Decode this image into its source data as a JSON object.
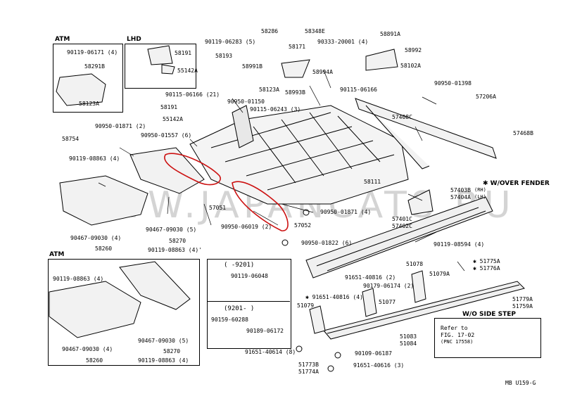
{
  "watermark": "WWW.JAPANCATS.RU",
  "footer_code": "MB U159-G",
  "atm_top": {
    "heading": "ATM",
    "l1": "90119-06171 (4)",
    "l2": "58291B",
    "l3": "58123A"
  },
  "lhd": {
    "heading": "LHD",
    "l1": "58191",
    "l2": "55142A"
  },
  "w_over_fender": "✱ W/OVER FENDER",
  "wo_side_step": {
    "heading": "W/O SIDE STEP",
    "line1": "Refer to",
    "line2": "FIG. 17-02",
    "line3": "(PNC 17558)"
  },
  "atm_bottom": {
    "heading": "ATM",
    "l1": "90119-08863 (4)",
    "l2": "90467-09030 (5)",
    "l3": "58270",
    "l4": "90467-09030 (4)",
    "l5": "58260",
    "l6": "90119-08863 (4)"
  },
  "inset": {
    "t1": "(        -9201)",
    "p1": "90119-06048",
    "t2": "(9201-        )",
    "p2": "90159-60288",
    "p3": "90189-06172"
  },
  "callouts": {
    "c58286": "58286",
    "c58348E": "58348E",
    "c90119_06283": "90119-06283 (5)",
    "c58171": "58171",
    "c90333": "90333-20001 (4)",
    "c58891A": "58891A",
    "c58992": "58992",
    "c58193": "58193",
    "c58991B": "58991B",
    "c58102A": "58102A",
    "c58994A": "58994A",
    "c58123A": "58123A",
    "c58993B": "58993B",
    "c90115_06166a": "90115-06166 (21)",
    "c90115_06166b": "90115-06166",
    "c90950_01150": "90950-01150",
    "c90950_01398": "90950-01398",
    "c58191": "58191",
    "c90115_06243": "90115-06243 (3)",
    "c57206A": "57206A",
    "c55142A": "55142A",
    "c57408C": "57408C",
    "c90950_01871a": "90950-01871 (2)",
    "c90950_01557": "90950-01557 (6)",
    "c57468B": "57468B",
    "c58754": "58754",
    "c90119_08863a": "90119-08863 (4)",
    "c58111": "58111",
    "c57403B": "57403B",
    "c57404A": "57404A",
    "c57051": "57051",
    "c90950_01871b": "90950-01871 (4)",
    "c57401C": "57401C",
    "c57402C": "57402C",
    "c90467_09030a": "90467-09030 (4)",
    "c90467_09030b": "90467-09030 (5)",
    "c90950_06019": "90950-06019 (2)",
    "c57052": "57052",
    "c58270": "58270",
    "c58260": "58260",
    "c90950_01822": "90950-01822 (6)",
    "c90119_08594": "90119-08594 (4)",
    "c90119_08863b": "90119-08863 (4)'",
    "c51078": "51078",
    "c51775A": "✱ 51775A",
    "c51776A": "✱ 51776A",
    "c51079A": "51079A",
    "c91651_40816a": "91651-40816 (2)",
    "c90179_06174": "90179-06174 (2)",
    "c91651_40816b": "✱ 91651-40816 (4)",
    "c51079": "51079",
    "c51077": "51077",
    "c51779A": "51779A",
    "c51759A": "51759A",
    "c51083": "51083",
    "c51084": "51084",
    "c91651_40614": "91651-40614 (8)",
    "c90109_06187": "90109-06187",
    "c51773B": "51773B",
    "c51774A": "51774A",
    "c91651_40616": "91651-40616 (3)",
    "rh": "(RH)",
    "lh": "(LH)"
  }
}
